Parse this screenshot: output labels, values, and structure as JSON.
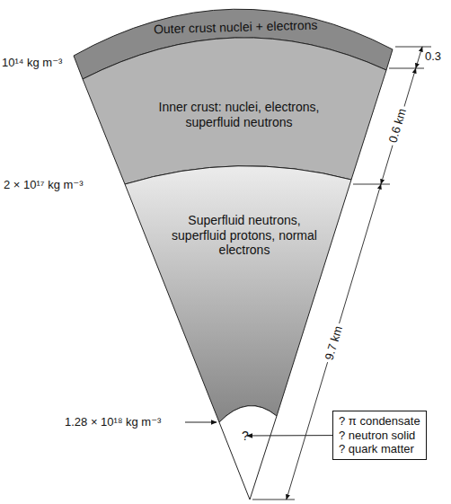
{
  "diagram": {
    "nodes": [
      {
        "text": [
          "Outer crust nuclei + electrons"
        ]
      },
      {
        "text": [
          "Inner crust: nuclei, electrons, superfluid neutrons"
        ]
      },
      {
        "text": [
          "Superfluid neutrons, superfluid protons, normal electrons"
        ]
      },
      {
        "text": [
          "?"
        ]
      },
      {
        "text": [
          "? π condensate",
          "? neutron solid",
          "? quark matter"
        ]
      }
    ],
    "edges": [
      {
        "from": 4,
        "to": 3,
        "arrow": "to"
      }
    ],
    "labels": [
      "10¹⁴ kg m⁻³",
      "2 × 10¹⁷ kg m⁻³",
      "1.28 × 10¹⁸ kg m⁻³",
      "0.3",
      "0.6 km",
      "9.7 km"
    ]
  }
}
